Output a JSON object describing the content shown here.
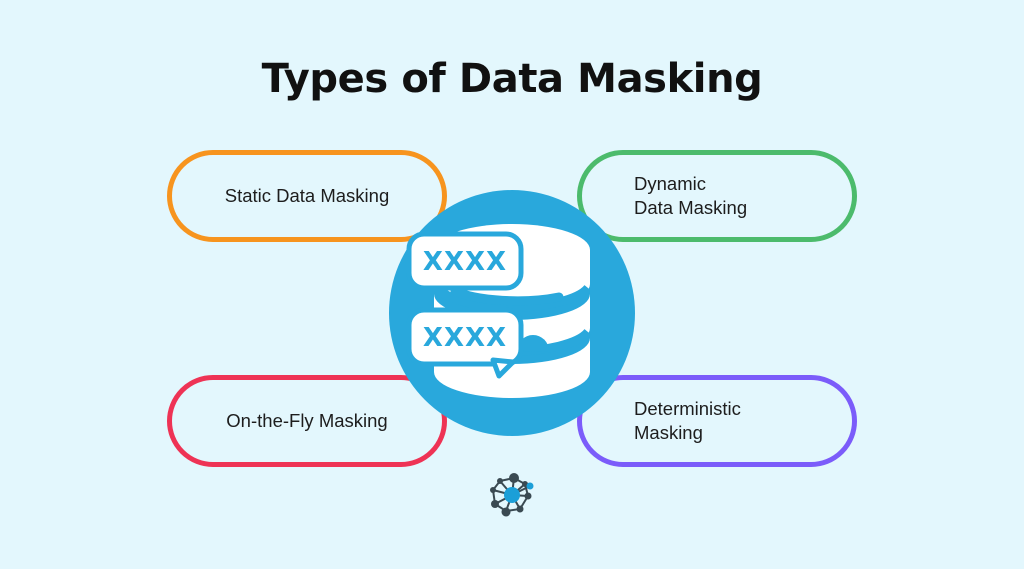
{
  "page": {
    "title": "Types of Data Masking",
    "background_color": "#e3f7fd"
  },
  "cards": [
    {
      "id": "static",
      "label": "Static Data Masking",
      "border_color": "#f7941e",
      "align": "center",
      "position": "top-left"
    },
    {
      "id": "dynamic",
      "label": "Dynamic\nData Masking",
      "border_color": "#4cbb6c",
      "align": "left",
      "position": "top-right"
    },
    {
      "id": "onthefly",
      "label": "On-the-Fly Masking",
      "border_color": "#ee3355",
      "align": "center",
      "position": "bottom-left"
    },
    {
      "id": "deterministic",
      "label": "Deterministic\nMasking",
      "border_color": "#7b5cfa",
      "align": "left",
      "position": "bottom-right"
    }
  ],
  "center_icon": {
    "name": "database-masking-icon",
    "circle_color": "#29a8dc",
    "element_color": "#ffffff",
    "masked_value_top": "XXXX",
    "masked_value_bottom": "XXXX",
    "tier_count": 3
  },
  "brand_logo": {
    "name": "network-nodes-logo",
    "node_color": "#3a4a52",
    "accent_color": "#1b9fd8"
  }
}
